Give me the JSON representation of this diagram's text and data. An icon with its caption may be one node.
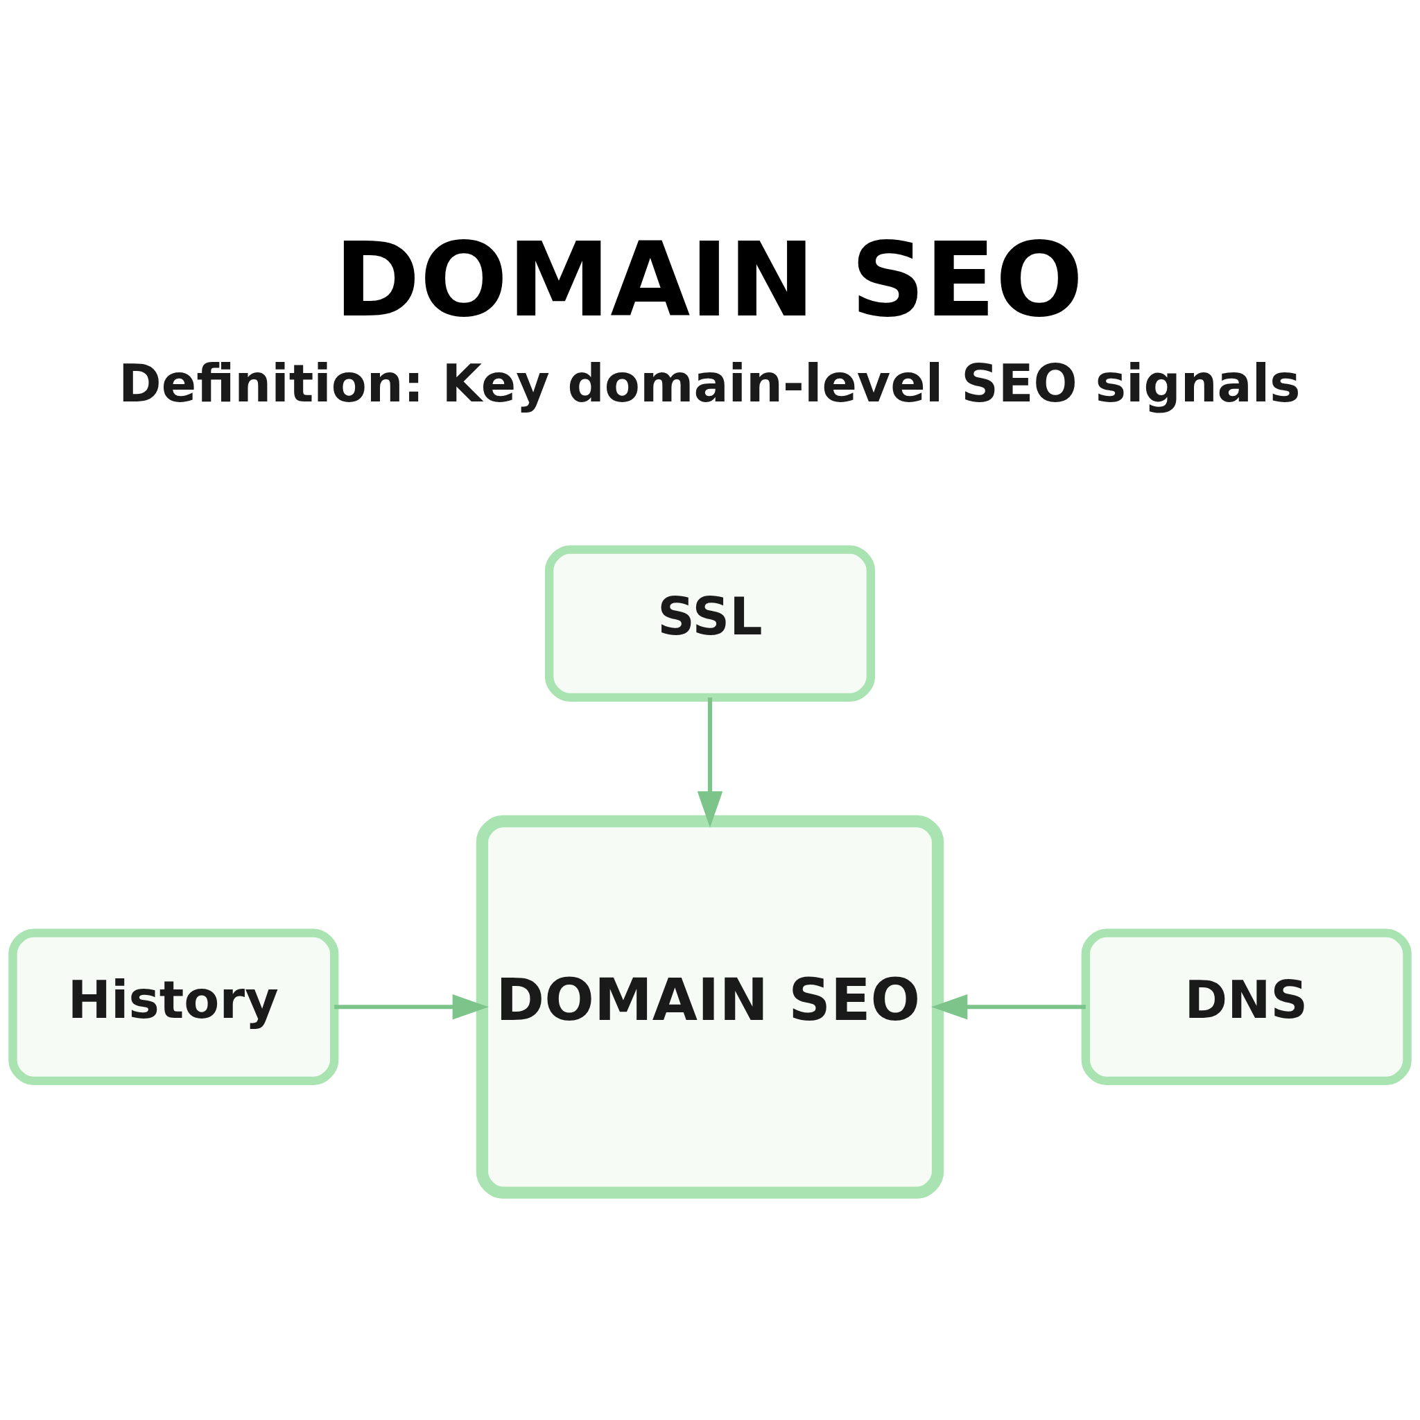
{
  "diagram": {
    "title": "DOMAIN SEO",
    "nodes": [
      {
        "text": [
          "SSL"
        ]
      },
      {
        "text": [
          "History"
        ]
      },
      {
        "text": [
          "DOMAIN SEO"
        ]
      },
      {
        "text": [
          "DNS"
        ]
      }
    ],
    "edges": [
      {
        "from": 0,
        "to": 2,
        "arrow": "to"
      },
      {
        "from": 1,
        "to": 2,
        "arrow": "to"
      },
      {
        "from": 3,
        "to": 2,
        "arrow": "to"
      }
    ],
    "labels": [
      "Definition: Key domain-level SEO signals"
    ]
  }
}
